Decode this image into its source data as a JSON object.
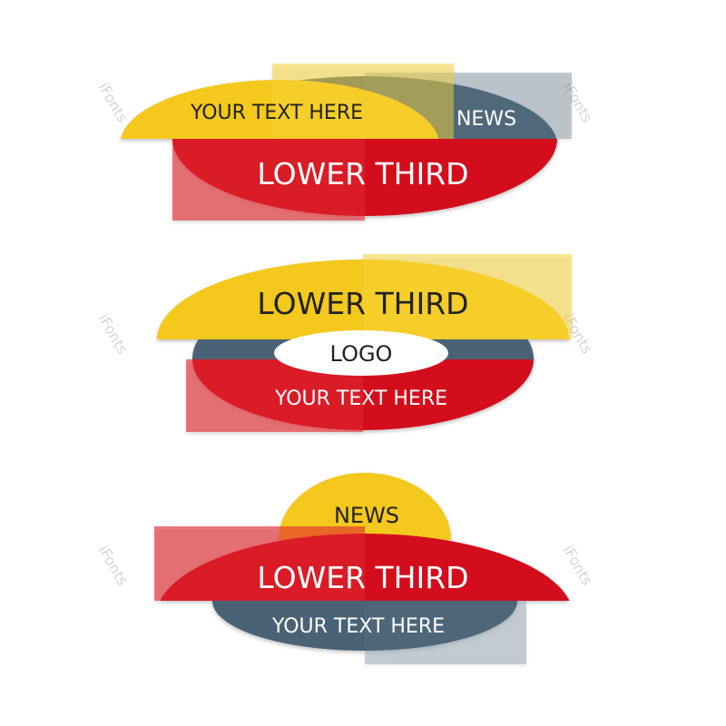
{
  "colors": {
    "yellow": "#f4c81e",
    "yellow_light": "#f7d43a",
    "red": "#d3101e",
    "red_light": "#e0252d",
    "slate": "#4a6275",
    "slate_light": "#5a7284",
    "white": "#ffffff",
    "dark_text": "#222222"
  },
  "watermark": "iFonts",
  "banner1": {
    "top_text": "YOUR TEXT HERE",
    "tag": "NEWS",
    "main_text": "LOWER THIRD"
  },
  "banner2": {
    "main_text": "LOWER THIRD",
    "logo_text": "LOGO",
    "bottom_text": "YOUR TEXT HERE"
  },
  "banner3": {
    "tag": "NEWS",
    "main_text": "LOWER THIRD",
    "bottom_text": "YOUR TEXT HERE"
  }
}
